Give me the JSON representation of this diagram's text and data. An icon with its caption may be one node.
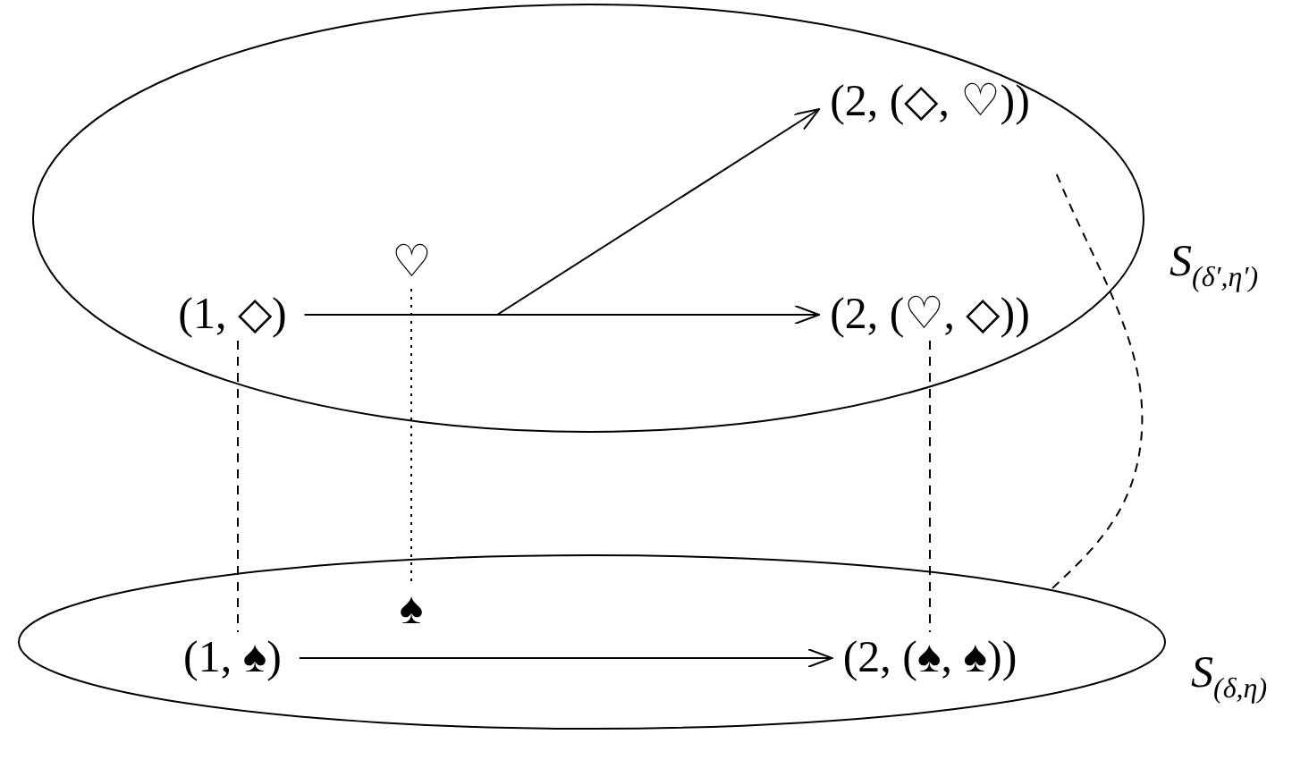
{
  "diagram": {
    "nodes": [
      {
        "text": [],
        "shape": "ellipse",
        "beside": [
          "S$_{(δ′,η′)}$"
        ]
      },
      {
        "text": [
          "(1, ◇)"
        ],
        "in": 0
      },
      {
        "text": [
          "♡"
        ],
        "in": 0
      },
      {
        "text": [
          "(2, (◇, ♡))"
        ],
        "in": 0
      },
      {
        "text": [
          "(2, (♡, ◇))"
        ],
        "in": 0
      },
      {
        "text": [],
        "shape": "ellipse",
        "beside": [
          "S$_{(δ,η)}$"
        ]
      },
      {
        "text": [
          "(1, ♠)"
        ],
        "in": 5
      },
      {
        "text": [
          "♠"
        ],
        "in": 5
      },
      {
        "text": [
          "(2, (♠, ♠))"
        ],
        "in": 5
      }
    ],
    "edges": [
      {
        "from": 1,
        "to": 4,
        "arrow": "to"
      },
      {
        "from": 1,
        "to": 3,
        "arrow": "to"
      },
      {
        "from": 1,
        "to": 6,
        "arrow": "none",
        "style": "dashed"
      },
      {
        "from": 2,
        "to": 7,
        "arrow": "none",
        "style": "dashed"
      },
      {
        "from": 4,
        "to": 8,
        "arrow": "none",
        "style": "dashed"
      },
      {
        "from": 3,
        "to": 5,
        "arrow": "none",
        "style": "dashed"
      },
      {
        "from": 6,
        "to": 8,
        "arrow": "to"
      }
    ]
  }
}
